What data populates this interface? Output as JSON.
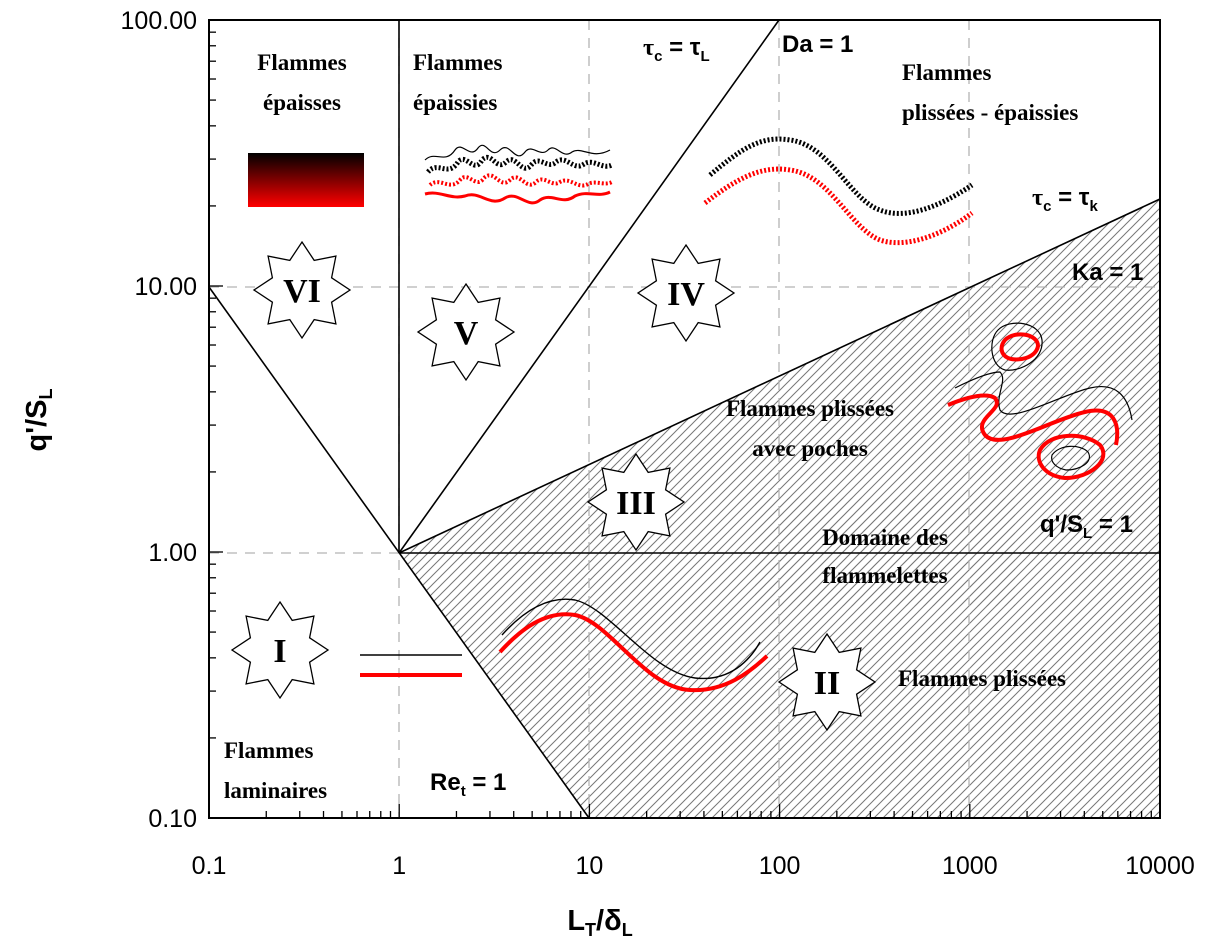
{
  "chart_data": {
    "type": "diagram",
    "x_axis": {
      "label": "L",
      "label_sub": "T",
      "label_rest": "/δ",
      "label_rest_sub": "L",
      "scale": "log",
      "range": [
        0.1,
        10000
      ],
      "ticks": [
        "0.1",
        "1",
        "10",
        "100",
        "1000",
        "10000"
      ]
    },
    "y_axis": {
      "label": "q'/S",
      "label_sub": "L",
      "scale": "log",
      "range": [
        0.1,
        100
      ],
      "ticks": [
        "0.10",
        "1.00",
        "10.00",
        "100.00"
      ]
    },
    "grid": "dashed at decades",
    "boundaries": [
      {
        "name": "Re_t = 1",
        "points": [
          [
            0.1,
            10
          ],
          [
            10,
            0.1
          ]
        ]
      },
      {
        "name": "τ_c = τ_L",
        "points": [
          [
            1,
            1
          ],
          [
            100,
            100
          ]
        ]
      },
      {
        "name": "Ka = 1",
        "points": [
          [
            1,
            1
          ],
          [
            10000,
            21.5
          ]
        ]
      },
      {
        "name": "q'/S_L = 1",
        "points": [
          [
            1,
            1
          ],
          [
            10000,
            1
          ]
        ]
      },
      {
        "name": "vertical L_T/δ_L = 1",
        "points": [
          [
            1,
            1
          ],
          [
            1,
            100
          ]
        ]
      }
    ],
    "regions": [
      {
        "roman": "I",
        "name_lines": [
          "Flammes",
          "laminaires"
        ]
      },
      {
        "roman": "II",
        "name_lines": [
          "Flammes plissées"
        ]
      },
      {
        "roman": "III",
        "name_lines": [
          "Flammes plissées",
          "avec poches"
        ]
      },
      {
        "roman": "IV",
        "name_lines": [
          "Flammes",
          "plissées - épaissies"
        ]
      },
      {
        "roman": "V",
        "name_lines": [
          "Flammes",
          "épaissies"
        ]
      },
      {
        "roman": "VI",
        "name_lines": [
          "Flammes",
          "épaisses"
        ]
      }
    ],
    "annotations": {
      "tau_L": {
        "main": "τ",
        "sub1": "c",
        "mid": " = τ",
        "sub2": "L"
      },
      "tau_k": {
        "main": "τ",
        "sub1": "c",
        "mid": " = τ",
        "sub2": "k"
      },
      "da": "Da = 1",
      "ka": "Ka = 1",
      "qsl": {
        "main": "q'/S",
        "sub": "L",
        "rest": " = 1"
      },
      "ret": {
        "main": "Re",
        "sub": "t",
        "rest": " = 1"
      },
      "flamelet_domain": [
        "Domaine des",
        "flammelettes"
      ]
    },
    "colors": {
      "black": "#000000",
      "red": "#ff0000",
      "grid": "#b4b4b4",
      "hatch": "#666666"
    }
  }
}
